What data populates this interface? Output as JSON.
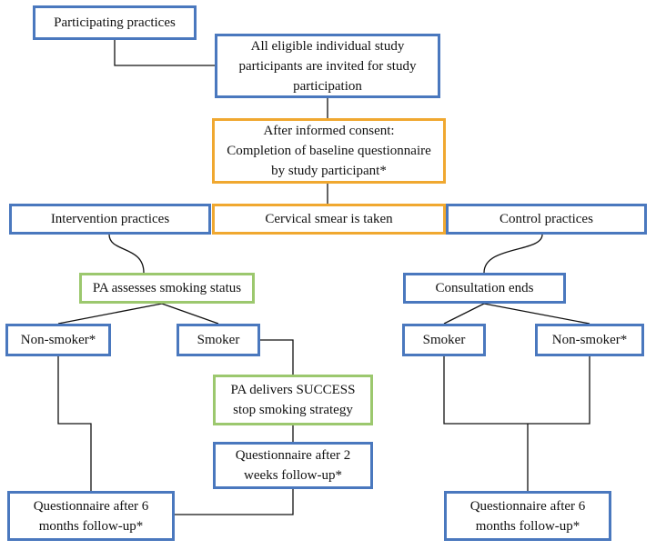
{
  "nodes": {
    "participating_practices": "Participating practices",
    "all_eligible": "All eligible individual study\nparticipants are invited for study\nparticipation",
    "after_consent": "After informed consent:\nCompletion of baseline questionnaire\nby study participant*",
    "intervention_practices": "Intervention practices",
    "cervical_smear": "Cervical smear is taken",
    "control_practices": "Control practices",
    "pa_assesses": "PA assesses smoking status",
    "consultation_ends": "Consultation ends",
    "int_non_smoker": "Non-smoker*",
    "int_smoker": "Smoker",
    "ctl_smoker": "Smoker",
    "ctl_non_smoker": "Non-smoker*",
    "pa_delivers": "PA delivers SUCCESS\nstop smoking strategy",
    "q_2_weeks": "Questionnaire after 2\nweeks follow-up*",
    "int_q_6_months": "Questionnaire after 6\nmonths follow-up*",
    "ctl_q_6_months": "Questionnaire after 6\nmonths follow-up*"
  },
  "colors": {
    "blue_border": "#4a78be",
    "orange_border": "#f0a830",
    "green_border": "#9cc86e",
    "connector": "#111111"
  }
}
